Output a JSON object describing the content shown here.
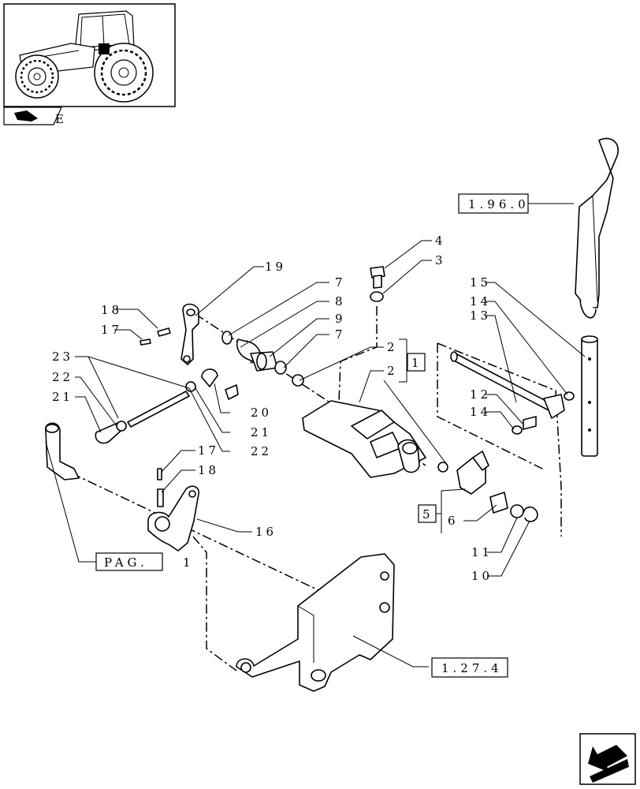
{
  "thumbnail": {
    "icon": "tractor-thumbnail",
    "tab_suffix": "E"
  },
  "callouts": {
    "c19": "19",
    "c18a": "18",
    "c17a": "17",
    "c23": "23",
    "c22a": "22",
    "c21a": "21",
    "c20": "20",
    "c21b": "21",
    "c22b": "22",
    "c17b": "17",
    "c18b": "18",
    "c16": "16",
    "c4": "4",
    "c3": "3",
    "c7a": "7",
    "c8": "8",
    "c9": "9",
    "c7b": "7",
    "c2a": "2",
    "c2b": "2",
    "c15": "15",
    "c14a": "14",
    "c13": "13",
    "c12": "12",
    "c14b": "14",
    "c6": "6",
    "c11": "11",
    "c10": "10"
  },
  "boxed_refs": {
    "ref_1": "1",
    "ref_5": "5",
    "ref_1960": "1.96.0",
    "ref_1274": "1.27.4",
    "ref_pag": "PAG.",
    "ref_pag_num": "1"
  },
  "nav": {
    "icon": "next-page-arrow-icon"
  }
}
